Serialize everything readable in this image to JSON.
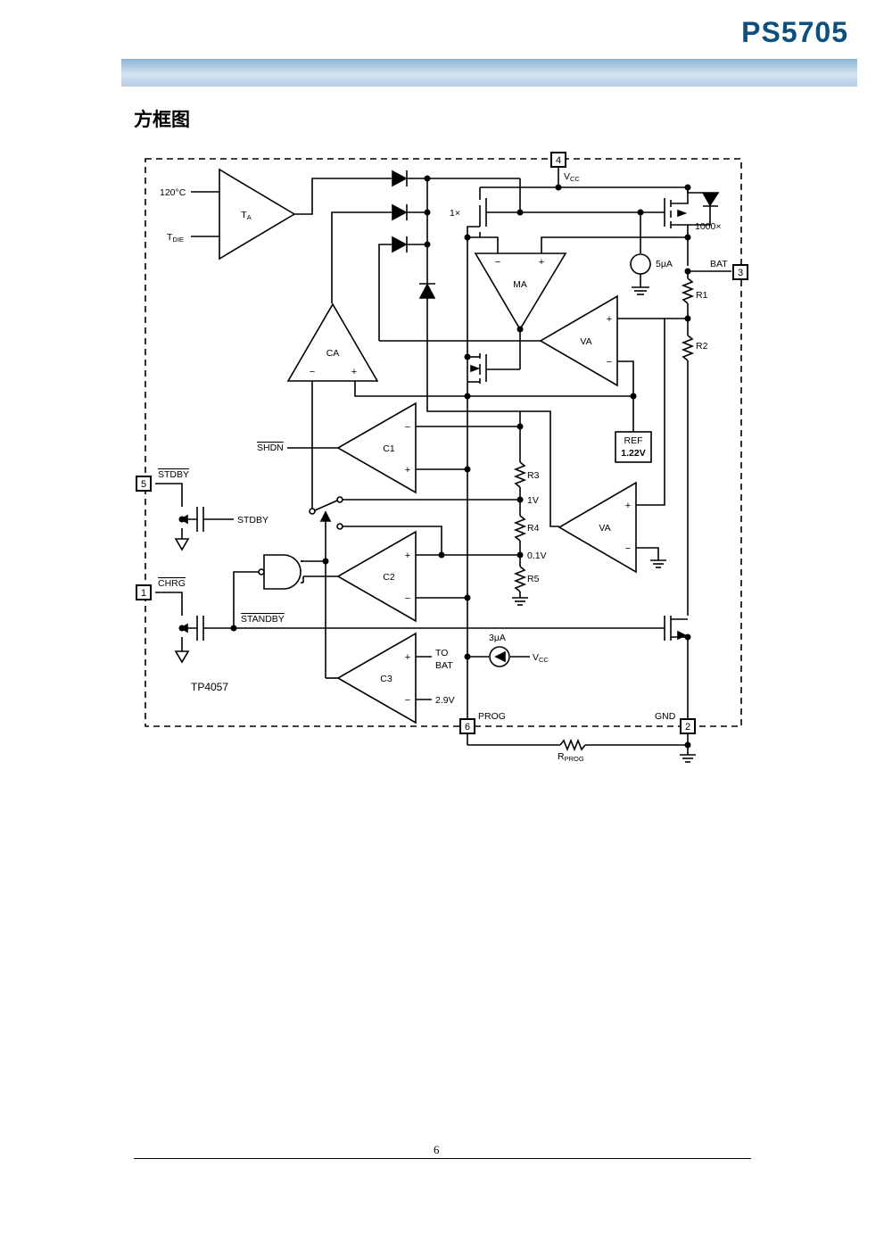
{
  "header": {
    "title": "PS5705"
  },
  "section": {
    "heading": "方框图"
  },
  "diagram": {
    "chip_name": "TP4057",
    "pins": {
      "p1": "1",
      "p2": "2",
      "p3": "3",
      "p4": "4",
      "p5": "5",
      "p6": "6"
    },
    "pin_names": {
      "vcc": "V",
      "vcc_sub": "CC",
      "bat": "BAT",
      "gnd": "GND",
      "prog": "PROG",
      "stdby_bar": "STDBY",
      "chrg_bar": "CHRG"
    },
    "blocks": {
      "ta": "T",
      "ta_sub": "A",
      "ma": "MA",
      "va1": "VA",
      "va2": "VA",
      "ca": "CA",
      "c1": "C1",
      "c2": "C2",
      "c3": "C3",
      "ref_line1": "REF",
      "ref_line2": "1.22V"
    },
    "labels": {
      "temp120": "120°C",
      "tdie": "T",
      "tdie_sub": "DIE",
      "one_x": "1×",
      "thousand_x": "1000×",
      "five_ua": "5μA",
      "three_ua": "3μA",
      "vcc2": "V",
      "vcc2_sub": "CC",
      "shdn": "SHDN",
      "stdby_signal": "STDBY",
      "standby_bar": "STANDBY",
      "to": "TO",
      "bat2": "BAT",
      "v29": "2.9V",
      "v1": "1V",
      "v01": "0.1V",
      "plus": "+",
      "minus": "−"
    },
    "resistors": {
      "r1": "R1",
      "r2": "R2",
      "r3": "R3",
      "r4": "R4",
      "r5": "R5",
      "rprog": "R",
      "rprog_sub": "PROG"
    }
  },
  "footer": {
    "page_number": "6"
  }
}
